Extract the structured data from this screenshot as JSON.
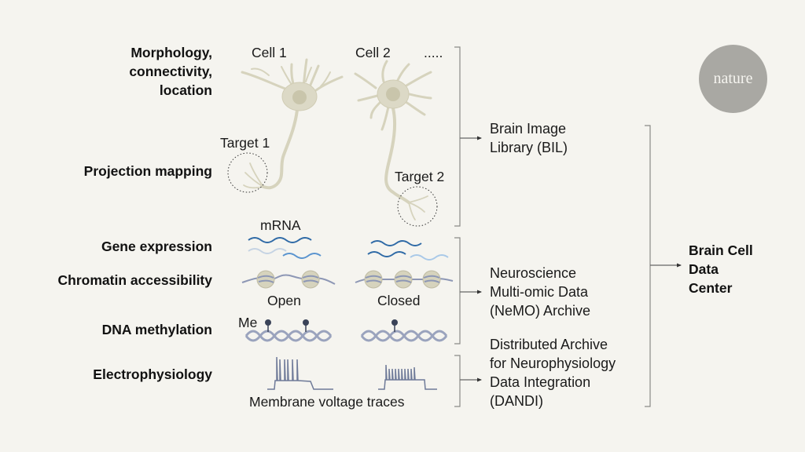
{
  "row_labels": {
    "morphology": [
      "Morphology,",
      "connectivity,",
      "location"
    ],
    "projection": "Projection mapping",
    "gene": "Gene expression",
    "chromatin": "Chromatin accessibility",
    "methylation": "DNA methylation",
    "ephys": "Electrophysiology"
  },
  "cells": {
    "cell1": "Cell 1",
    "cell2": "Cell 2",
    "more": ".....",
    "target1": "Target 1",
    "target2": "Target 2"
  },
  "molecular": {
    "mrna": "mRNA",
    "open": "Open",
    "closed": "Closed",
    "methyl": "Me",
    "traces": "Membrane voltage traces"
  },
  "repositories": {
    "bil": [
      "Brain Image",
      "Library (BIL)"
    ],
    "nemo": [
      "Neuroscience",
      "Multi-omic Data",
      "(NeMO) Archive"
    ],
    "dandi": [
      "Distributed Archive",
      "for Neurophysiology",
      "Data Integration",
      "(DANDI)"
    ]
  },
  "center": [
    "Brain Cell",
    "Data",
    "Center"
  ],
  "logo": "nature",
  "colors": {
    "background": "#f5f4ef",
    "neuron": "#d6d3bd",
    "mrna_dark": "#2f6aa6",
    "mrna_mid": "#5a94cf",
    "mrna_light": "#a9c9e8",
    "dna": "#9aa3bd",
    "methyl": "#3a4358",
    "trace": "#6e7a98",
    "bracket": "#8a8a86",
    "logo": "#a9a8a3"
  }
}
